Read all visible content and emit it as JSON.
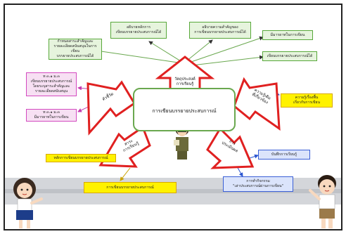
{
  "diagram": {
    "center": "การเขียนบรรยายประสบการณ์",
    "arrows": {
      "top": [
        "วัตถุประสงค์",
        "การเรียนรู้"
      ],
      "left": [
        "ตัวชี้วัด"
      ],
      "right": [
        "ความรู้เดิม",
        "ที่เกี่ยวข้อง"
      ],
      "bottom_left": [
        "สาระ",
        "การเรียนรู้"
      ],
      "bottom_right": [
        "การ",
        "ประเมินผล"
      ]
    },
    "green_boxes": {
      "g1": [
        "อธิบายหลักการ",
        "เขียนบรรยายประสบการณ์ได้"
      ],
      "g2": [
        "อธิบายความสำคัญของ",
        "การเขียนบรรยายประสบการณ์ได้"
      ],
      "g3": [
        "กำหนดสาระสำคัญและ",
        "รายละเอียดสนับสนุนในการเขียน",
        "บรรยายประสบการณ์ได้"
      ],
      "g4": [
        "มีมารยาทในการเขียน"
      ],
      "g5": [
        "เขียนบรรยายประสบการณ์ได้"
      ]
    },
    "pink_boxes": {
      "p1": [
        "ท ๓.๑ ม.๓",
        "เขียนบรรยายประสบการณ์",
        "โดยระบุสาระสำคัญและ",
        "รายละเอียดสนับสนุน"
      ],
      "p2": [
        "ท ๓.๑ ม.๓",
        "มีมารยาทในการเขียน"
      ]
    },
    "yellow_boxes": {
      "y1": [
        "หลักการเขียนบรรยายประสบการณ์"
      ],
      "y2": [
        "การเขียนบรรยายประสบการณ์"
      ],
      "y3": [
        "ความรู้เรื่องพื้น",
        "เกี่ยวกับการเขียน"
      ]
    },
    "blue_boxes": {
      "b1": [
        "บันทึกการเรียนรู้"
      ],
      "b2": [
        "การทำกิจกรรม",
        "\"เล่าประสบการณ์ผ่านการเขียน\""
      ]
    }
  },
  "colors": {
    "arrow_fill": "#ffffff",
    "arrow_stroke": "#e02020",
    "green": "#58a83a",
    "pink": "#d34ac0",
    "yellow": "#fff200",
    "blue": "#3a5fd6"
  }
}
